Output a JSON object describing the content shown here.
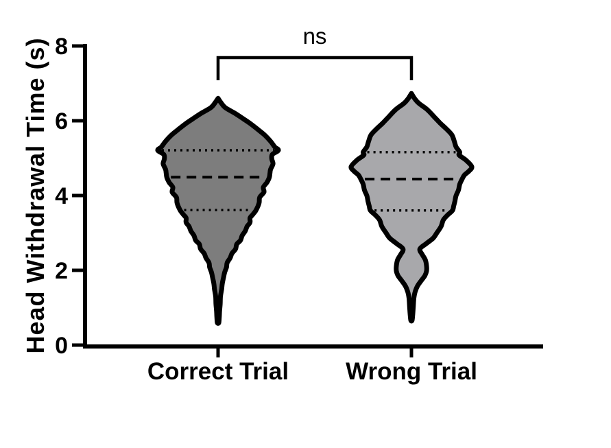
{
  "figure": {
    "background": "#ffffff",
    "text_color": "#000000"
  },
  "chart_data": {
    "type": "violin",
    "title": "",
    "xlabel": "",
    "ylabel": "Head Withdrawal Time (s)",
    "ylim": [
      0,
      8
    ],
    "yticks": [
      "0",
      "2",
      "4",
      "6",
      "8"
    ],
    "ytick_values": [
      0,
      2,
      4,
      6,
      8
    ],
    "grid": false,
    "legend": "none",
    "categories": [
      "Correct Trial",
      "Wrong Trial"
    ],
    "annotation": {
      "text": "ns",
      "between": [
        "Correct Trial",
        "Wrong Trial"
      ],
      "bar_y_value": 7.7
    },
    "series": [
      {
        "name": "Correct Trial",
        "fill": "#7d7d7d",
        "outline": "#000000",
        "median": 4.49,
        "quartile_low": 3.61,
        "quartile_high": 5.21,
        "min": 0.6,
        "max": 6.6,
        "profile": [
          [
            6.6,
            0.02
          ],
          [
            6.48,
            0.05
          ],
          [
            6.35,
            0.12
          ],
          [
            6.2,
            0.28
          ],
          [
            6.05,
            0.42
          ],
          [
            5.93,
            0.53
          ],
          [
            5.78,
            0.65
          ],
          [
            5.62,
            0.77
          ],
          [
            5.45,
            0.87
          ],
          [
            5.3,
            0.94
          ],
          [
            5.21,
            1.0
          ],
          [
            5.1,
            0.9
          ],
          [
            4.98,
            0.89
          ],
          [
            4.85,
            0.91
          ],
          [
            4.7,
            0.87
          ],
          [
            4.6,
            0.86
          ],
          [
            4.49,
            0.85
          ],
          [
            4.35,
            0.81
          ],
          [
            4.22,
            0.75
          ],
          [
            4.09,
            0.76
          ],
          [
            3.95,
            0.69
          ],
          [
            3.8,
            0.68
          ],
          [
            3.61,
            0.63
          ],
          [
            3.5,
            0.58
          ],
          [
            3.4,
            0.53
          ],
          [
            3.28,
            0.53
          ],
          [
            3.17,
            0.48
          ],
          [
            3.05,
            0.45
          ],
          [
            2.93,
            0.4
          ],
          [
            2.8,
            0.37
          ],
          [
            2.7,
            0.31
          ],
          [
            2.57,
            0.29
          ],
          [
            2.45,
            0.23
          ],
          [
            2.33,
            0.2
          ],
          [
            2.2,
            0.15
          ],
          [
            2.08,
            0.14
          ],
          [
            1.95,
            0.11
          ],
          [
            1.8,
            0.09
          ],
          [
            1.65,
            0.07
          ],
          [
            1.5,
            0.06
          ],
          [
            1.3,
            0.04
          ],
          [
            1.1,
            0.035
          ],
          [
            0.9,
            0.025
          ],
          [
            0.75,
            0.02
          ],
          [
            0.6,
            0.012
          ]
        ]
      },
      {
        "name": "Wrong Trial",
        "fill": "#a8a8ab",
        "outline": "#000000",
        "median": 4.44,
        "quartile_low": 3.6,
        "quartile_high": 5.16,
        "min": 0.66,
        "max": 6.73,
        "profile": [
          [
            6.73,
            0.02
          ],
          [
            6.6,
            0.05
          ],
          [
            6.47,
            0.12
          ],
          [
            6.3,
            0.26
          ],
          [
            6.1,
            0.38
          ],
          [
            5.93,
            0.48
          ],
          [
            5.78,
            0.58
          ],
          [
            5.62,
            0.67
          ],
          [
            5.45,
            0.71
          ],
          [
            5.3,
            0.74
          ],
          [
            5.16,
            0.8
          ],
          [
            5.08,
            0.79
          ],
          [
            4.95,
            0.9
          ],
          [
            4.77,
            1.0
          ],
          [
            4.65,
            0.95
          ],
          [
            4.55,
            0.88
          ],
          [
            4.44,
            0.84
          ],
          [
            4.3,
            0.8
          ],
          [
            4.15,
            0.78
          ],
          [
            4.0,
            0.74
          ],
          [
            3.85,
            0.72
          ],
          [
            3.72,
            0.7
          ],
          [
            3.6,
            0.68
          ],
          [
            3.48,
            0.6
          ],
          [
            3.35,
            0.53
          ],
          [
            3.17,
            0.49
          ],
          [
            3.0,
            0.42
          ],
          [
            2.86,
            0.36
          ],
          [
            2.72,
            0.25
          ],
          [
            2.57,
            0.14
          ],
          [
            2.42,
            0.18
          ],
          [
            2.28,
            0.23
          ],
          [
            2.12,
            0.25
          ],
          [
            1.98,
            0.25
          ],
          [
            1.85,
            0.22
          ],
          [
            1.72,
            0.16
          ],
          [
            1.58,
            0.1
          ],
          [
            1.42,
            0.06
          ],
          [
            1.25,
            0.04
          ],
          [
            1.0,
            0.03
          ],
          [
            0.8,
            0.02
          ],
          [
            0.66,
            0.01
          ]
        ]
      }
    ]
  }
}
